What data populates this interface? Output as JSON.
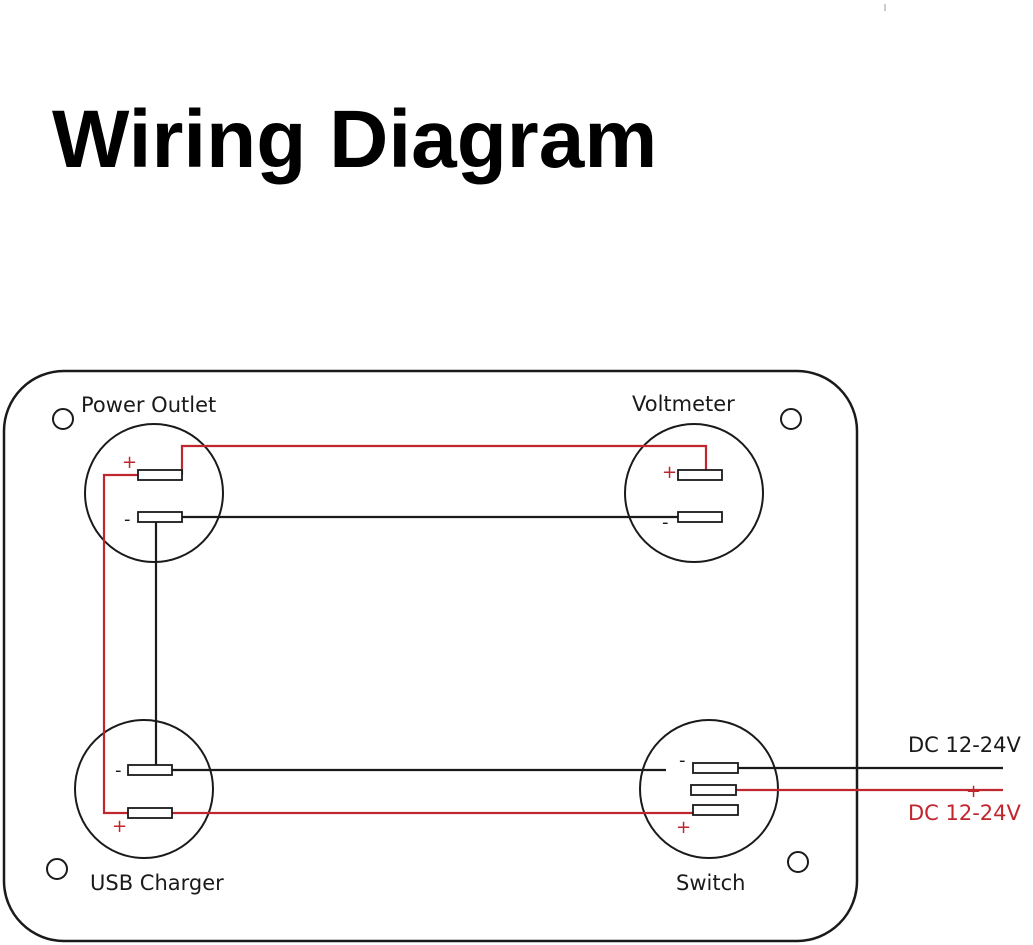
{
  "title": "Wiring Diagram",
  "components": {
    "power_outlet": {
      "label": "Power Outlet",
      "positive": "+",
      "negative": "-"
    },
    "voltmeter": {
      "label": "Voltmeter",
      "positive": "+",
      "negative": "-"
    },
    "usb_charger": {
      "label": "USB Charger",
      "positive": "+",
      "negative": "-"
    },
    "switch": {
      "label": "Switch",
      "positive": "+",
      "negative": "-"
    }
  },
  "supply": {
    "negative": {
      "label": "DC 12-24V",
      "symbol": "-"
    },
    "positive": {
      "label": "DC 12-24V",
      "symbol": "+"
    }
  },
  "colors": {
    "positive_wire": "#c0262d",
    "negative_wire": "#1a1a1a",
    "outline": "#1a1a1a"
  }
}
